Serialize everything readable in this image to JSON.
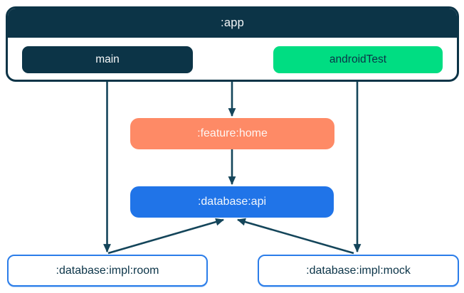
{
  "diagram": {
    "app_module": {
      "label": ":app",
      "source_sets": [
        {
          "id": "main",
          "label": "main"
        },
        {
          "id": "androidTest",
          "label": "androidTest"
        }
      ]
    },
    "modules": [
      {
        "id": "feature-home",
        "label": ":feature:home"
      },
      {
        "id": "database-api",
        "label": ":database:api"
      },
      {
        "id": "database-impl-room",
        "label": ":database:impl:room"
      },
      {
        "id": "database-impl-mock",
        "label": ":database:impl:mock"
      }
    ],
    "edges": [
      {
        "from": "main",
        "to": ":database:impl:room"
      },
      {
        "from": ":app",
        "to": ":feature:home"
      },
      {
        "from": ":feature:home",
        "to": ":database:api"
      },
      {
        "from": "androidTest",
        "to": ":database:impl:mock"
      },
      {
        "from": ":database:impl:room",
        "to": ":database:api"
      },
      {
        "from": ":database:impl:mock",
        "to": ":database:api"
      }
    ],
    "colors": {
      "navy": "#0c3447",
      "green": "#00dd82",
      "coral": "#fe8a66",
      "blue": "#2074e8",
      "outline_blue": "#2b7de9",
      "arrow": "#14455a",
      "background": "#ffffff"
    }
  }
}
